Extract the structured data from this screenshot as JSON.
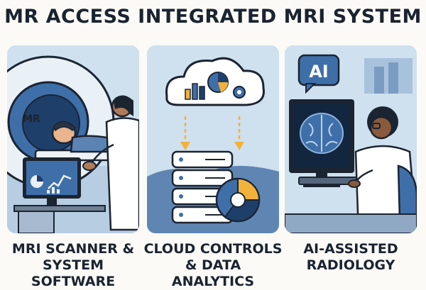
{
  "title": "MR ACCESS INTEGRATED MRI SYSTEM",
  "panels": [
    {
      "caption_line1": "MRI SCANNER &",
      "caption_line2": "SYSTEM SOFTWARE",
      "scanner_label": "MR",
      "icon": "mri-scanner-icon"
    },
    {
      "caption_line1": "CLOUD CONTROLS",
      "caption_line2": "& DATA ANALYTICS",
      "icon": "cloud-icon"
    },
    {
      "caption_line1": "AI-ASSISTED",
      "caption_line2": "RADIOLOGY",
      "ai_label": "AI",
      "icon": "brain-scan-icon"
    }
  ],
  "colors": {
    "ink": "#1b2431",
    "panel_bg": "#cfe0ee",
    "accent_blue": "#3f6fa8",
    "accent_yellow": "#f2b23a",
    "page_bg": "#fbfaf6"
  }
}
